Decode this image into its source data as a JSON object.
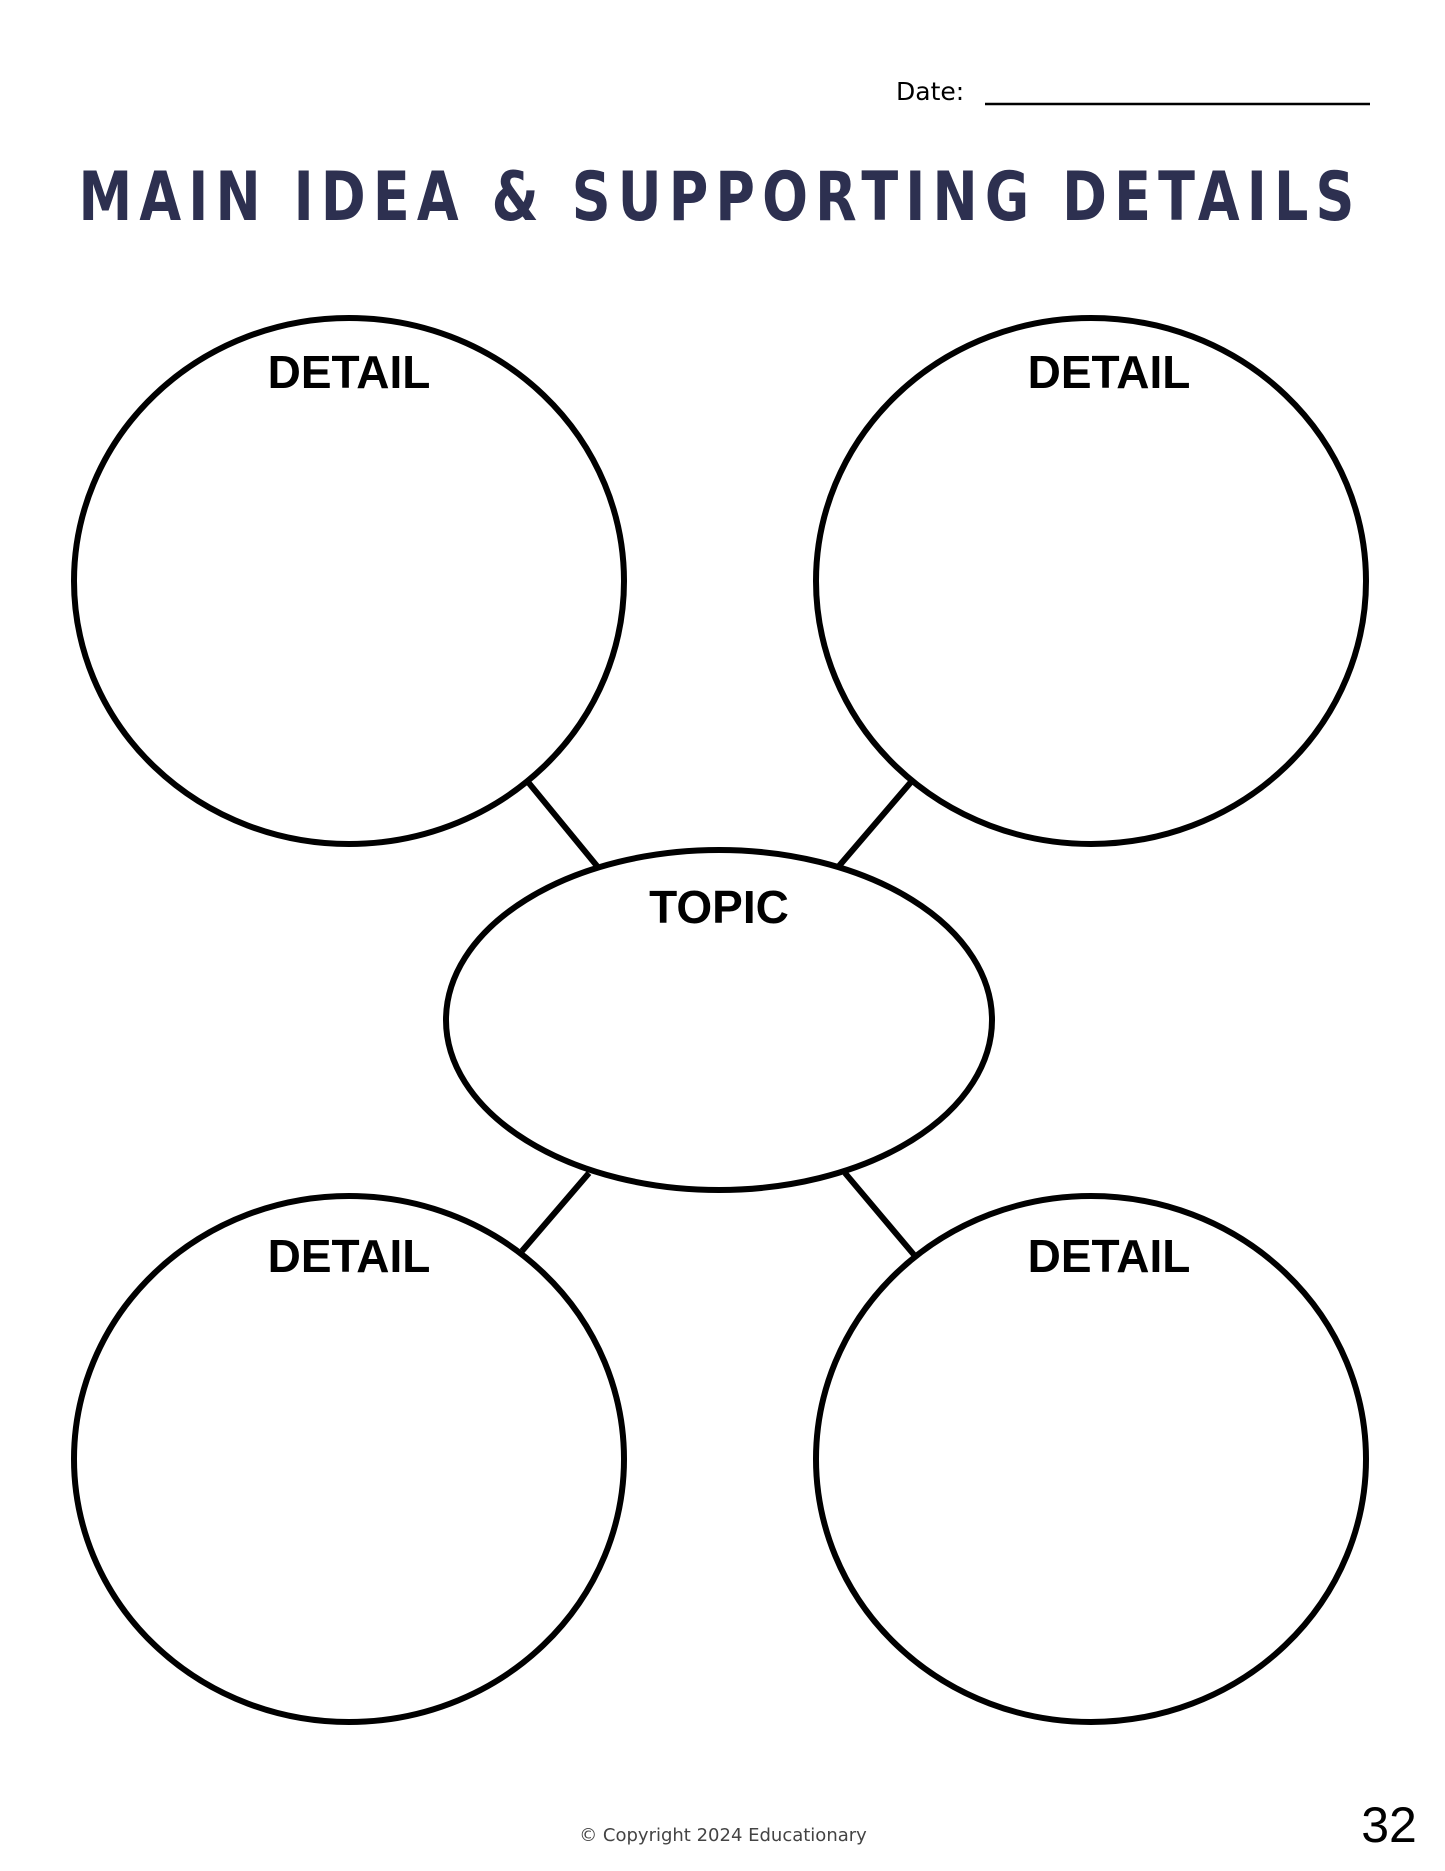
{
  "header": {
    "date_label": "Date:"
  },
  "title": "MAIN IDEA & SUPPORTING DETAILS",
  "organizer": {
    "topic_label": "TOPIC",
    "details": [
      "DETAIL",
      "DETAIL",
      "DETAIL",
      "DETAIL"
    ]
  },
  "footer": {
    "copyright": "© Copyright 2024 Educationary",
    "page_number": "32"
  },
  "colors": {
    "title": "#2d3050"
  }
}
